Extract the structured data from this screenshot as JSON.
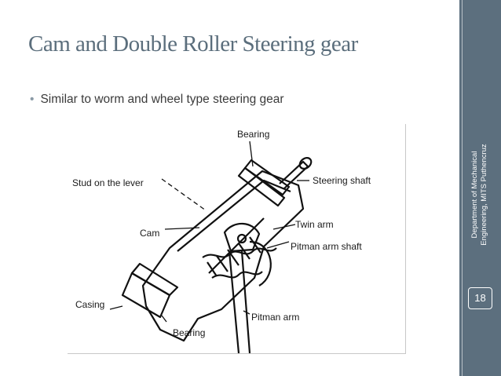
{
  "slide": {
    "title": "Cam and Double Roller Steering gear",
    "bullet": "Similar to worm and wheel type steering gear",
    "page_number": "18",
    "department_line1": "Department of Mechanical",
    "department_line2": "Engineering, MITS Puthencruz"
  },
  "figure": {
    "labels": {
      "bearing_top": "Bearing",
      "stud": "Stud on the lever",
      "steering_shaft": "Steering shaft",
      "twin_arm": "Twin arm",
      "cam": "Cam",
      "pitman_arm_shaft": "Pitman arm shaft",
      "casing": "Casing",
      "pitman_arm": "Pitman arm",
      "bearing_bottom": "Bearing"
    }
  },
  "colors": {
    "sidebar": "#5c6f7e",
    "title": "#5b6e7c",
    "text": "#3b3b3b"
  }
}
